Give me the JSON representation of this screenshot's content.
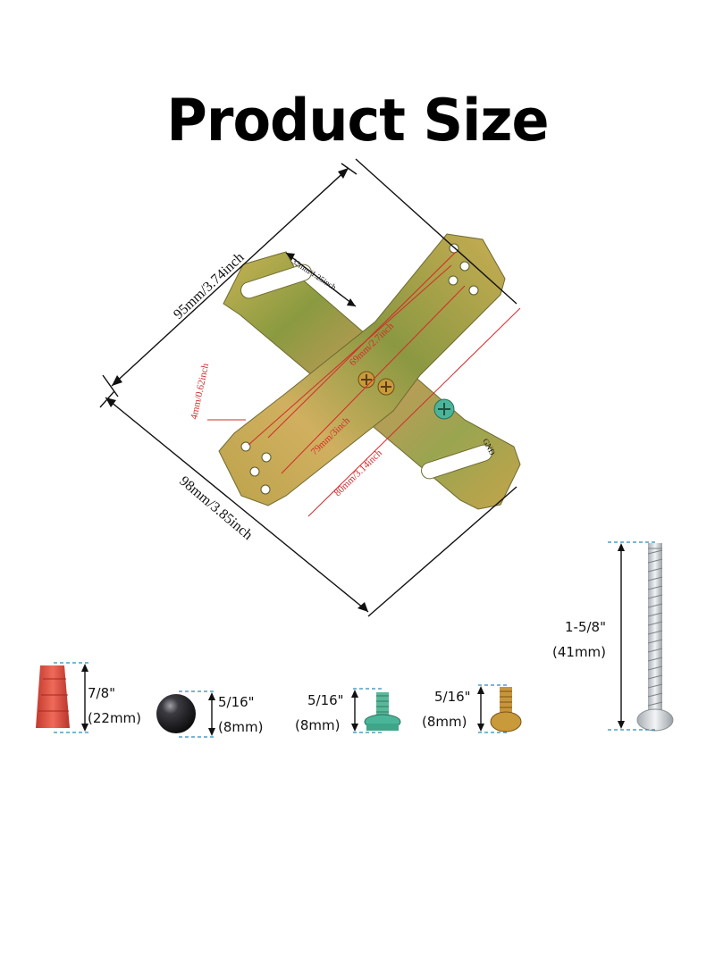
{
  "title": "Product Size",
  "bracket": {
    "dims": {
      "width_95": "95mm/3.74inch",
      "width_98": "98mm/3.85inch",
      "slot_32": "32mm/1.25inch",
      "hole_69": "69mm/2.7inch",
      "hole_79": "79mm/3inch",
      "hole_80": "80mm/3.14inch",
      "hole_4": "4mm/0.62inch"
    },
    "stamp": "GND"
  },
  "parts": {
    "wire_nut": {
      "size_in": "7/8\"",
      "size_mm": "(22mm)",
      "color": "#e04a3c"
    },
    "ball": {
      "size_in": "5/16\"",
      "size_mm": "(8mm)",
      "color": "#2a2a2e"
    },
    "green_screw": {
      "size_in": "5/16\"",
      "size_mm": "(8mm)",
      "color": "#4bb59a"
    },
    "brass_screw": {
      "size_in": "5/16\"",
      "size_mm": "(8mm)",
      "color": "#c89a3a"
    },
    "long_screw": {
      "size_in": "1-5/8\"",
      "size_mm": "(41mm)",
      "color": "#d9dde0"
    }
  },
  "colors": {
    "dim_line": "#111111",
    "dim_red": "#d42a2a",
    "guide": "#2a8ab8",
    "metal_a": "#b9a24a",
    "metal_b": "#7e8c3a"
  }
}
